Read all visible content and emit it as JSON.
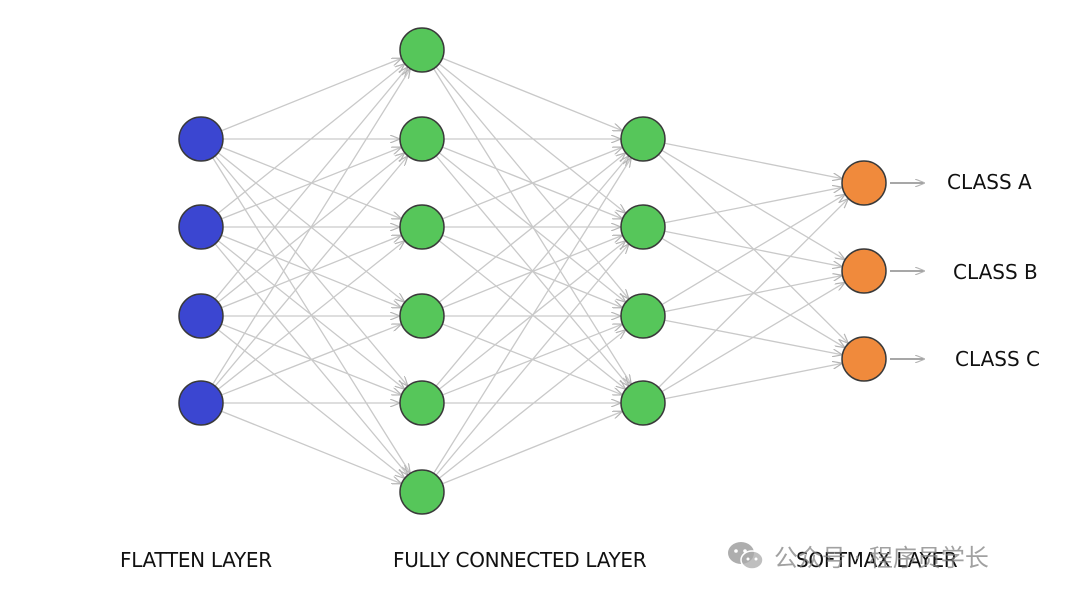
{
  "layers": {
    "flatten": {
      "label": "FLATTEN LAYER",
      "nodes": 4,
      "color": "#3b46d1"
    },
    "fc1": {
      "label": "FULLY CONNECTED LAYER",
      "nodes": 6,
      "color": "#56c65a"
    },
    "fc2": {
      "nodes": 4,
      "color": "#56c65a"
    },
    "softmax": {
      "label": "SOFTMAX LAYER",
      "nodes": 3,
      "color": "#f08a3c"
    }
  },
  "classes": [
    "CLASS A",
    "CLASS B",
    "CLASS C"
  ],
  "colors": {
    "edge": "#c9c9c9",
    "node_stroke": "#3a3a3a"
  },
  "watermark": {
    "text": "公众号 · 程序员学长",
    "icon": "wechat-icon"
  }
}
